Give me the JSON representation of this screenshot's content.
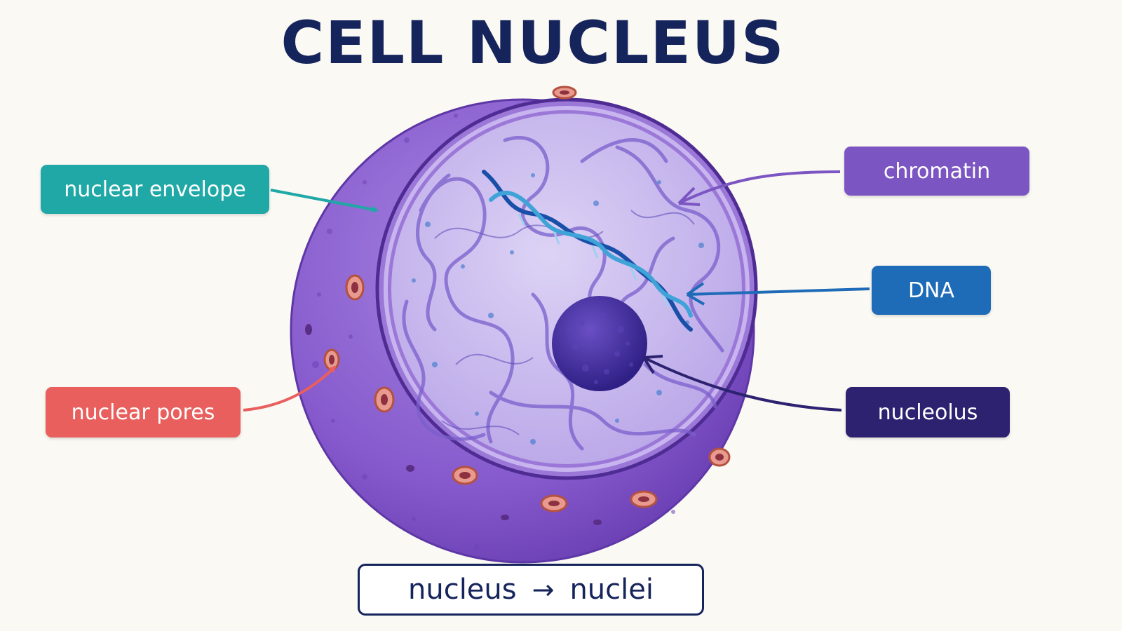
{
  "title": "CELL NUCLEUS",
  "labels": {
    "nuclear_envelope": "nuclear envelope",
    "nuclear_pores": "nuclear pores",
    "chromatin": "chromatin",
    "dna": "DNA",
    "nucleolus": "nucleolus"
  },
  "plural": {
    "singular": "nucleus",
    "arrow": "→",
    "plural": "nuclei"
  },
  "colors": {
    "title": "#16245c",
    "nuclear_envelope": "#1fa8a6",
    "nuclear_pores": "#e85f5d",
    "chromatin": "#7b55c2",
    "dna": "#1e6bb8",
    "nucleolus": "#2c2270",
    "nucleus_body": "#8a62cf",
    "nucleoplasm": "#c7b8ec"
  }
}
